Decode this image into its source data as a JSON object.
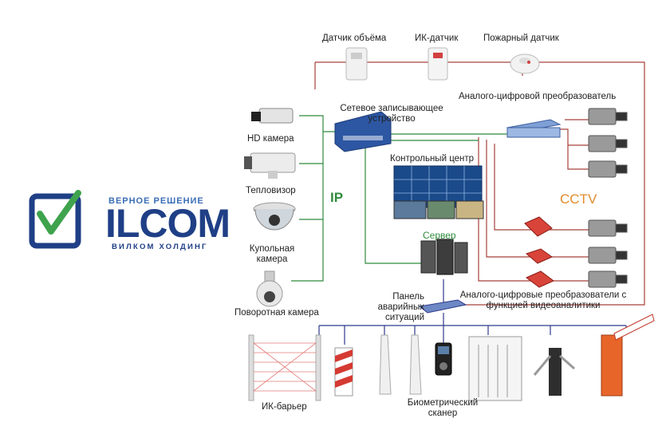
{
  "logo": {
    "tagline": "ВЕРНОЕ РЕШЕНИЕ",
    "wordmark": "ILCOM",
    "holding": "ВИЛКОМ ХОЛДИНГ"
  },
  "network_labels": {
    "ip": "IP",
    "cctv": "CCTV"
  },
  "sensors": {
    "volume": "Датчик объёма",
    "ir": "ИК-датчик",
    "fire": "Пожарный датчик"
  },
  "ip_cameras": {
    "hd": "HD камера",
    "thermal": "Тепловизор",
    "dome": "Купольная камера",
    "ptz": "Поворотная камера"
  },
  "core": {
    "nvr": "Сетевое записывающее устройство",
    "control": "Контрольный центр",
    "server": "Сервер",
    "panic": "Панель аварийных ситуаций"
  },
  "converters": {
    "adc": "Аналого-цифровой преобразователь",
    "adc_analytics": "Аналого-цифровые преобразователи с функцией видеоаналитики"
  },
  "access": {
    "ir_barrier": "ИК-барьер",
    "biometric": "Биометрический сканер"
  },
  "colors": {
    "ip_line": "#2f8a3c",
    "cctv_line": "#a8403a",
    "bus_line": "#2f3a8c",
    "logo_blue": "#1f3f86",
    "logo_green": "#3fa34d"
  }
}
